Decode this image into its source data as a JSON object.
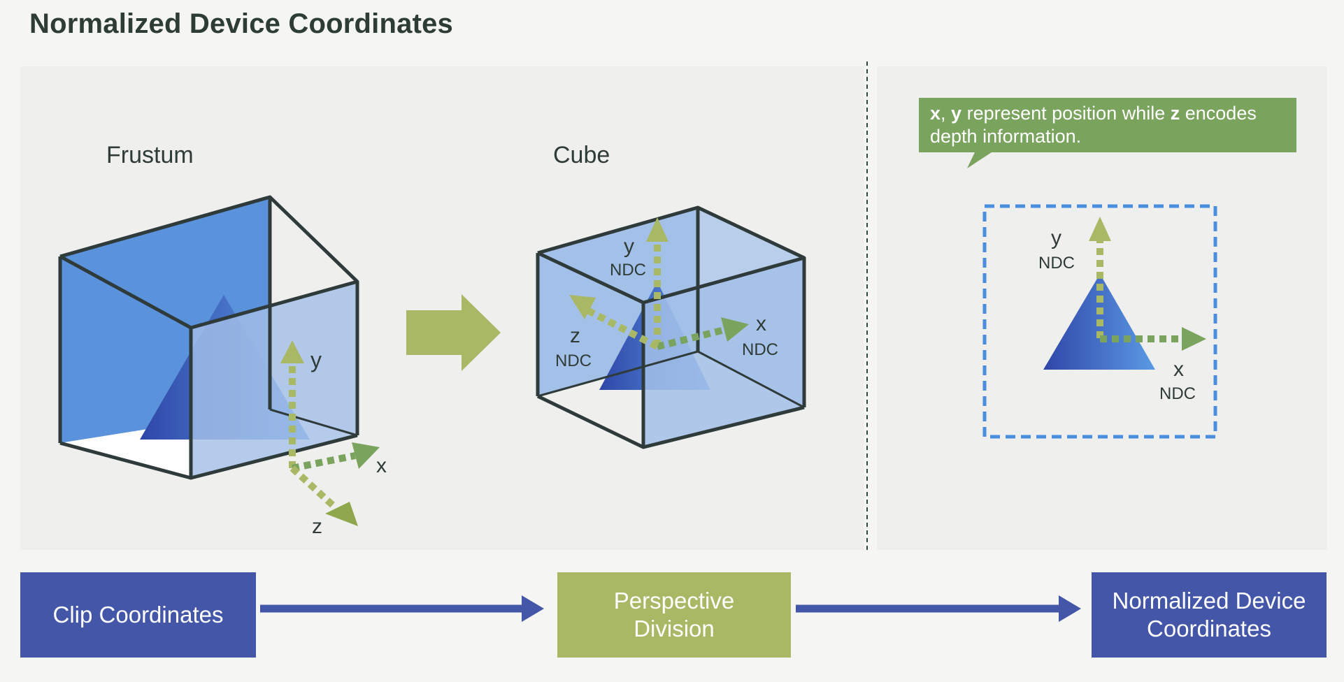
{
  "title": "Normalized Device Coordinates",
  "labels": {
    "frustum": "Frustum",
    "cube": "Cube"
  },
  "frustum_axes": {
    "y": "y",
    "x": "x",
    "z": "z"
  },
  "cube_axes": {
    "y": "y",
    "x": "x",
    "z": "z",
    "ndc": "NDC"
  },
  "ndc_axes": {
    "y": "y",
    "x": "x",
    "ndc": "NDC"
  },
  "callout": {
    "x": "x",
    "comma": ", ",
    "y": "y",
    "mid": " represent position while ",
    "z": "z",
    "end": " encodes depth information."
  },
  "flow": {
    "clip": "Clip Coordinates",
    "perspective": "Perspective Division",
    "ndc": "Normalized Device Coordinates"
  },
  "colors": {
    "blue_face": "#5b92dc",
    "light_face": "#a3c0e8",
    "edge": "#2f3a3a",
    "green": "#7aa35e",
    "olive": "#a9b865",
    "navy": "#4356a7"
  }
}
